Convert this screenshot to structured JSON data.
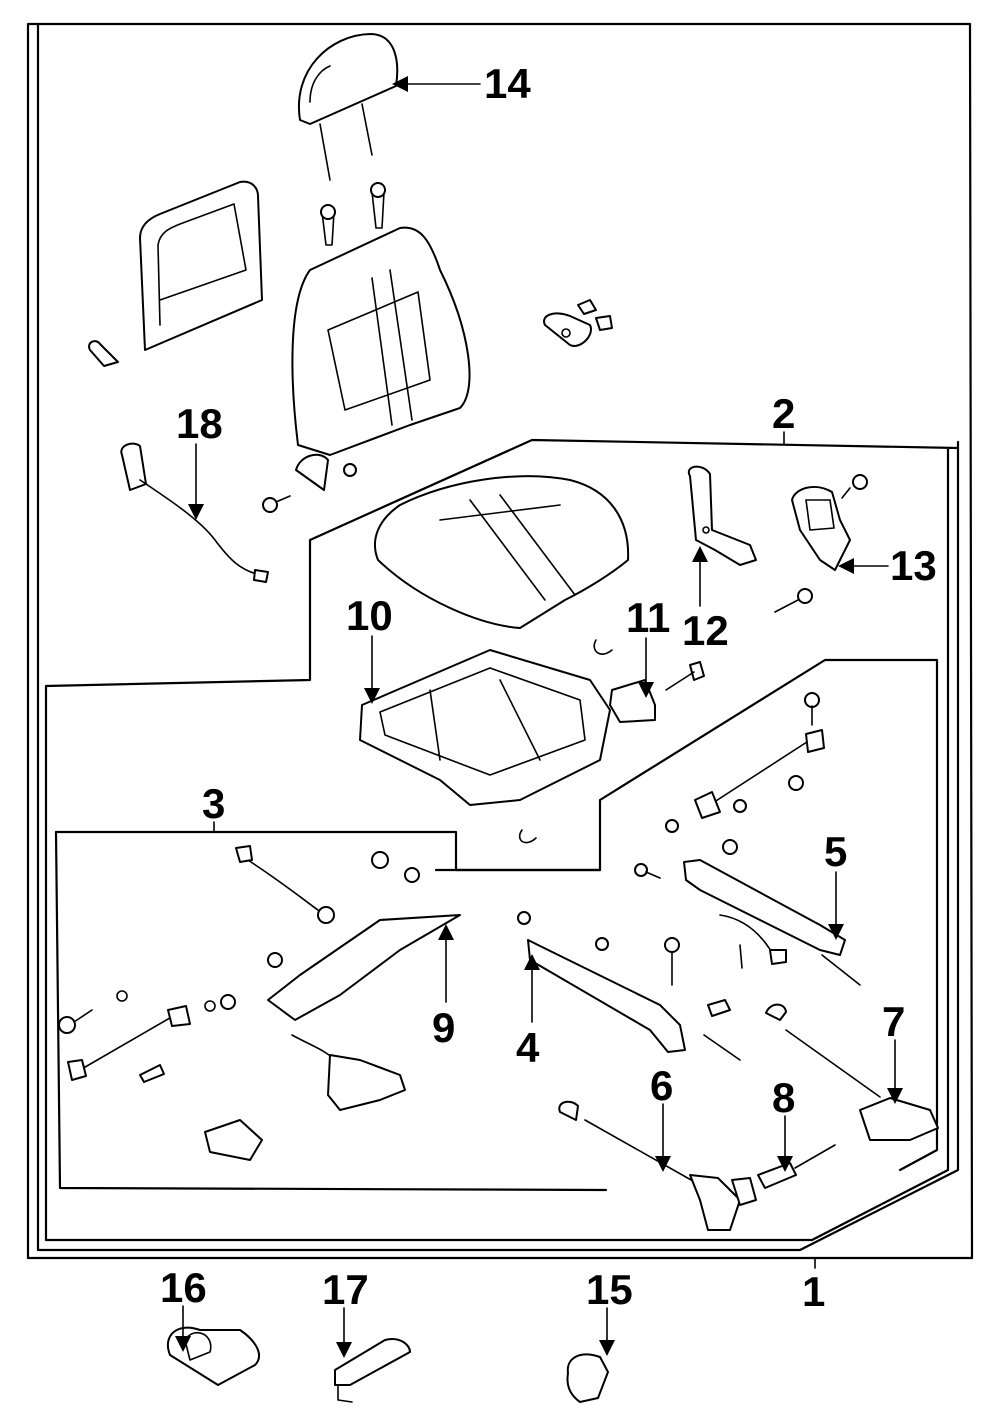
{
  "diagram": {
    "title": "Seat assembly exploded parts diagram",
    "colors": {
      "ink": "#000000",
      "background": "#ffffff"
    },
    "callouts": [
      {
        "id": "c1",
        "label": "1",
        "part": "seat-assembly"
      },
      {
        "id": "c2",
        "label": "2",
        "part": "cushion-assembly"
      },
      {
        "id": "c3",
        "label": "3",
        "part": "adjuster-assembly-left"
      },
      {
        "id": "c4",
        "label": "4",
        "part": "track-left"
      },
      {
        "id": "c5",
        "label": "5",
        "part": "track-right"
      },
      {
        "id": "c6",
        "label": "6",
        "part": "adjuster-motor"
      },
      {
        "id": "c7",
        "label": "7",
        "part": "adjuster-motor-rear"
      },
      {
        "id": "c8",
        "label": "8",
        "part": "drive-cable"
      },
      {
        "id": "c9",
        "label": "9",
        "part": "height-adjuster-frame"
      },
      {
        "id": "c10",
        "label": "10",
        "part": "cushion-frame"
      },
      {
        "id": "c11",
        "label": "11",
        "part": "switch"
      },
      {
        "id": "c12",
        "label": "12",
        "part": "recliner"
      },
      {
        "id": "c13",
        "label": "13",
        "part": "recliner-cover"
      },
      {
        "id": "c14",
        "label": "14",
        "part": "headrest"
      },
      {
        "id": "c15",
        "label": "15",
        "part": "knob"
      },
      {
        "id": "c16",
        "label": "16",
        "part": "cover"
      },
      {
        "id": "c17",
        "label": "17",
        "part": "cover"
      },
      {
        "id": "c18",
        "label": "18",
        "part": "seat-belt-buckle"
      }
    ]
  }
}
